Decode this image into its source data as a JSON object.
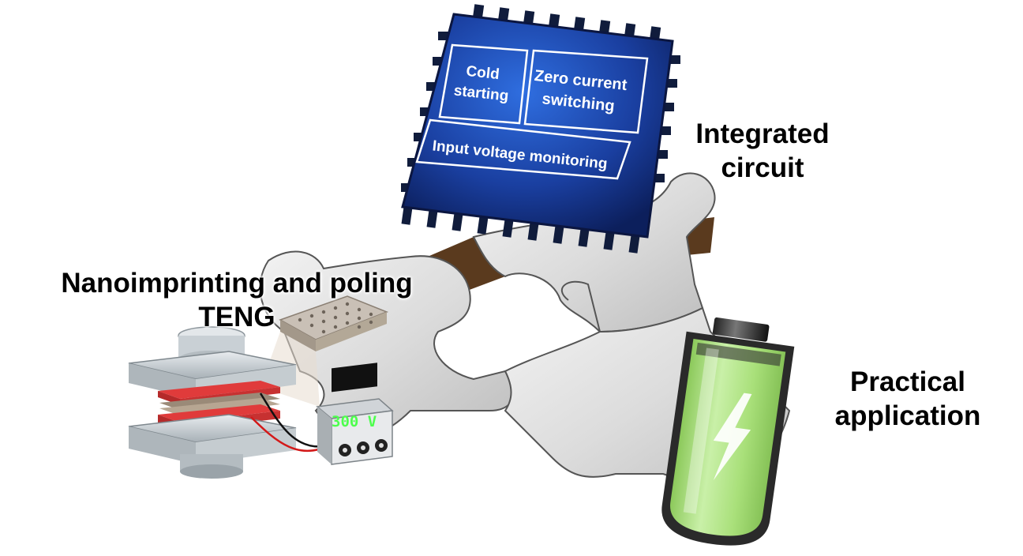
{
  "labels": {
    "integrated_circuit_line1": "Integrated",
    "integrated_circuit_line2": "circuit",
    "teng_line1": "Nanoimprinting and poling",
    "teng_line2": "TENG",
    "application_line1": "Practical",
    "application_line2": "application"
  },
  "chip": {
    "block_cold_line1": "Cold",
    "block_cold_line2": "starting",
    "block_zero_line1": "Zero current",
    "block_zero_line2": "switching",
    "block_input": "Input voltage monitoring"
  },
  "meter": {
    "reading": "300 V"
  },
  "icons": [
    "puzzle-piece",
    "ic-chip",
    "press-device",
    "nanostructure-film",
    "voltmeter",
    "battery",
    "lightning-bolt"
  ],
  "colors": {
    "chip_blue": "#1a3fa0",
    "puzzle_grey": "#d9d9d9",
    "battery_green": "#a9e07a",
    "red_layer": "#e03b3b",
    "meter_green": "#4dff4d"
  }
}
